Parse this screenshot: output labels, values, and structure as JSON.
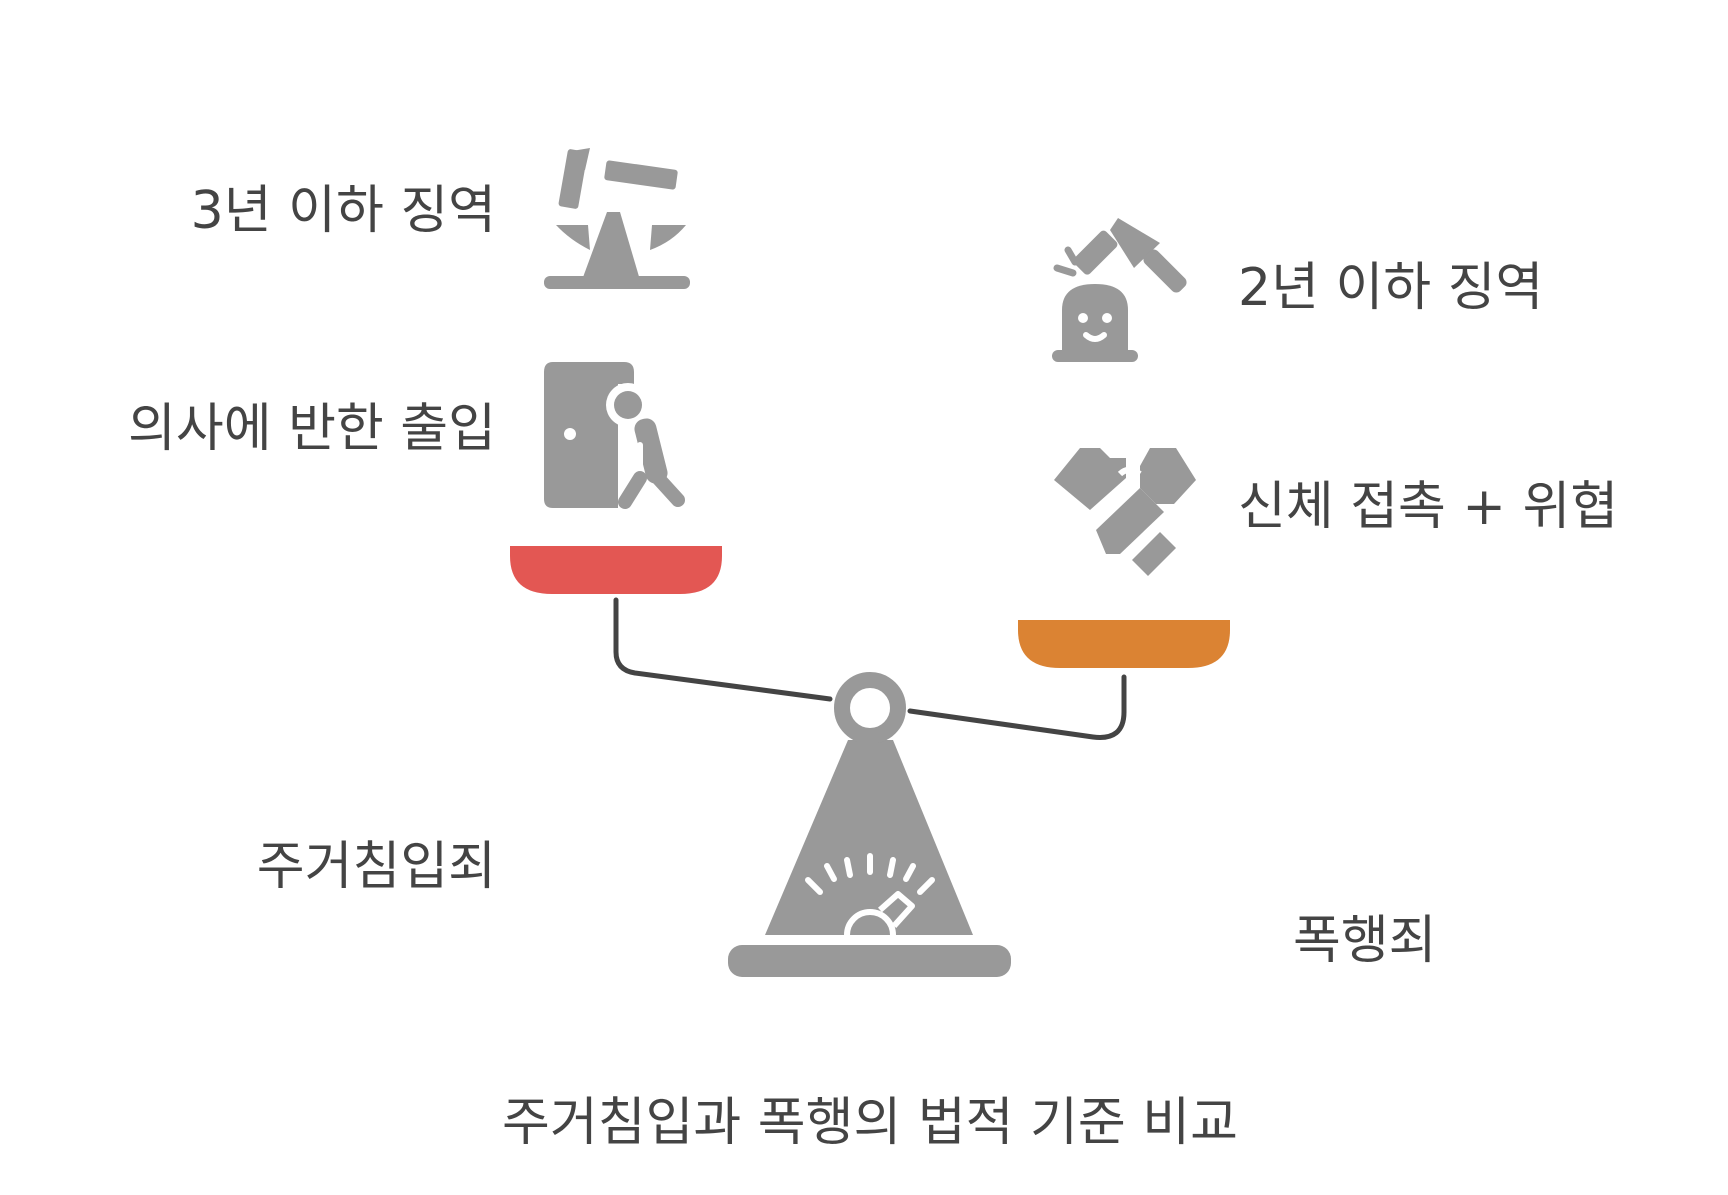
{
  "title": "주거침입과 폭행의 법적 기준 비교",
  "left_side": {
    "name": "주거침입죄",
    "penalty": "3년 이하 징역",
    "element": "의사에 반한 출입",
    "pan_color": "#E35753",
    "penalty_icon": "gavel-icon",
    "element_icon": "door-entry-icon"
  },
  "right_side": {
    "name": "폭행죄",
    "penalty": "2년 이하 징역",
    "element": "신체 접촉 + 위협",
    "pan_color": "#DB8333",
    "penalty_icon": "judge-hammer-icon",
    "element_icon": "fist-punch-icon"
  },
  "colors": {
    "icon_gray": "#999999",
    "stroke_dark": "#444444",
    "text": "#444444"
  }
}
